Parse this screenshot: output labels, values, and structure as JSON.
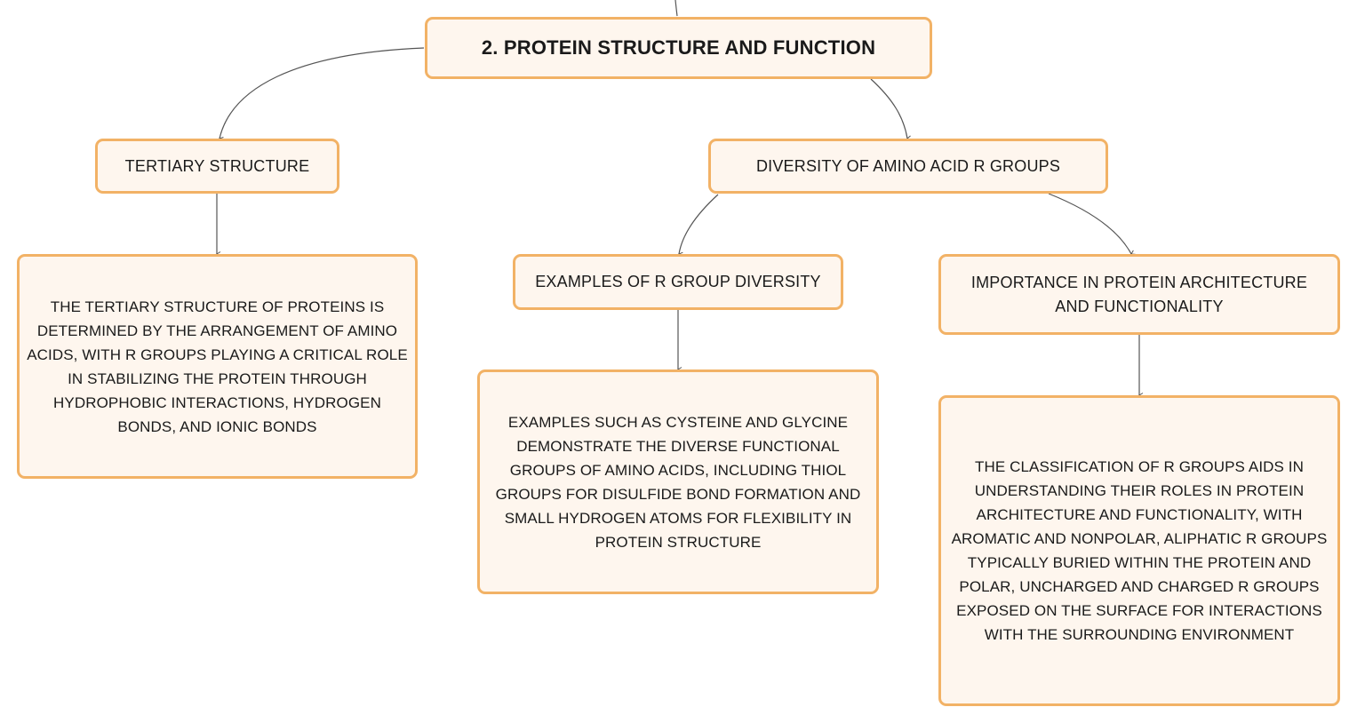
{
  "root": {
    "label": "2. PROTEIN STRUCTURE AND FUNCTION"
  },
  "tertiary": {
    "label": "TERTIARY STRUCTURE",
    "detail": "THE TERTIARY STRUCTURE OF PROTEINS IS DETERMINED BY THE ARRANGEMENT OF AMINO ACIDS, WITH R GROUPS PLAYING A CRITICAL ROLE IN STABILIZING THE PROTEIN THROUGH HYDROPHOBIC INTERACTIONS, HYDROGEN BONDS, AND IONIC BONDS"
  },
  "diversity": {
    "label": "DIVERSITY OF AMINO ACID R GROUPS",
    "examples": {
      "label": "EXAMPLES OF R GROUP DIVERSITY",
      "detail": "EXAMPLES SUCH AS CYSTEINE AND GLYCINE DEMONSTRATE THE DIVERSE FUNCTIONAL GROUPS OF AMINO ACIDS, INCLUDING THIOL GROUPS FOR DISULFIDE BOND FORMATION AND SMALL HYDROGEN ATOMS FOR FLEXIBILITY IN PROTEIN STRUCTURE"
    },
    "importance": {
      "label": "IMPORTANCE IN PROTEIN ARCHITECTURE AND FUNCTIONALITY",
      "detail": "THE CLASSIFICATION OF R GROUPS AIDS IN UNDERSTANDING THEIR ROLES IN PROTEIN ARCHITECTURE AND FUNCTIONALITY, WITH AROMATIC AND NONPOLAR, ALIPHATIC R GROUPS TYPICALLY BURIED WITHIN THE PROTEIN AND POLAR, UNCHARGED AND CHARGED R GROUPS EXPOSED ON THE SURFACE FOR INTERACTIONS WITH THE SURROUNDING ENVIRONMENT"
    }
  },
  "colors": {
    "node_fill": "#fef6ee",
    "node_border": "#f2b266",
    "connector": "#555555"
  }
}
